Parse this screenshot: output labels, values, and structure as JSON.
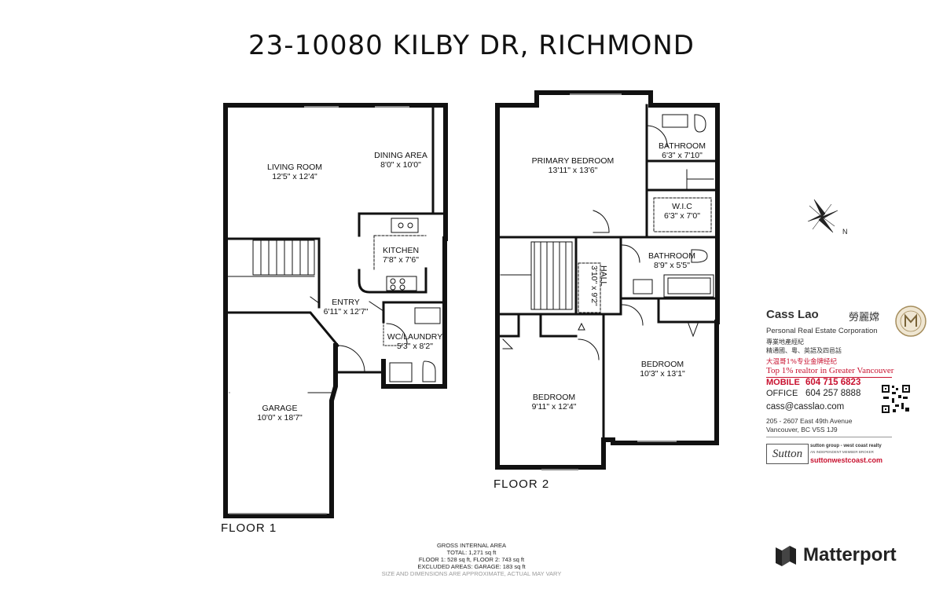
{
  "title": "23-10080 KILBY DR, RICHMOND",
  "floors": {
    "floor1": "FLOOR 1",
    "floor2": "FLOOR 2"
  },
  "rooms": {
    "living": {
      "name": "LIVING ROOM",
      "dims": "12'5\" x 12'4\""
    },
    "dining": {
      "name": "DINING AREA",
      "dims": "8'0\" x 10'0\""
    },
    "kitchen": {
      "name": "KITCHEN",
      "dims": "7'8\" x 7'6\""
    },
    "entry": {
      "name": "ENTRY",
      "dims": "6'11\" x 12'7\""
    },
    "laundry": {
      "name": "WC/LAUNDRY",
      "dims": "5'3\" x 8'2\""
    },
    "garage": {
      "name": "GARAGE",
      "dims": "10'0\" x 18'7\""
    },
    "primary": {
      "name": "PRIMARY BEDROOM",
      "dims": "13'11\" x 13'6\""
    },
    "bath1": {
      "name": "BATHROOM",
      "dims": "6'3\" x 7'10\""
    },
    "wic": {
      "name": "W.I.C",
      "dims": "6'3\" x 7'0\""
    },
    "bath2": {
      "name": "BATHROOM",
      "dims": "8'9\" x 5'5\""
    },
    "hall": {
      "name": "HALL",
      "dims": "3'10\" x 9'2\""
    },
    "bed1": {
      "name": "BEDROOM",
      "dims": "9'11\" x 12'4\""
    },
    "bed2": {
      "name": "BEDROOM",
      "dims": "10'3\" x 13'1\""
    }
  },
  "area_summary": {
    "heading": "GROSS INTERNAL AREA",
    "total": "TOTAL: 1,271 sq ft",
    "floors": "FLOOR 1: 528 sq ft, FLOOR 2: 743 sq ft",
    "excluded": "EXCLUDED AREAS: GARAGE: 183 sq ft",
    "disclaimer": "SIZE AND DIMENSIONS ARE APPROXIMATE, ACTUAL MAY VARY"
  },
  "agent": {
    "name": "Cass Lao",
    "name_cn": "勞麗嫦",
    "corporation": "Personal Real Estate Corporation",
    "cn_line1": "專業地產經紀",
    "cn_line2": "精通國、粵、英語及四邑話",
    "cn_red": "大温哥1%专业金牌经纪",
    "top1": "Top 1% realtor in Greater Vancouver",
    "mobile_label": "MOBILE",
    "mobile": "604 715 6823",
    "office_label": "OFFICE",
    "office": "604 257 8888",
    "email": "cass@casslao.com",
    "addr1": "205 - 2607 East 49th Avenue",
    "addr2": "Vancouver, BC  V5S 1J9",
    "brokerage_logo": "Sutton",
    "brokerage_name": "sutton group - west coast realty",
    "brokerage_tag": "AN INDEPENDENT MEMBER BROKER",
    "brokerage_url": "suttonwestcoast.com",
    "red_color": "#c8102e"
  },
  "matterport": "Matterport",
  "icons": {
    "compass": "compass-icon",
    "qr": "qr-code-icon",
    "medallion": "medallion-club-icon",
    "matterport": "matterport-logo-icon"
  }
}
